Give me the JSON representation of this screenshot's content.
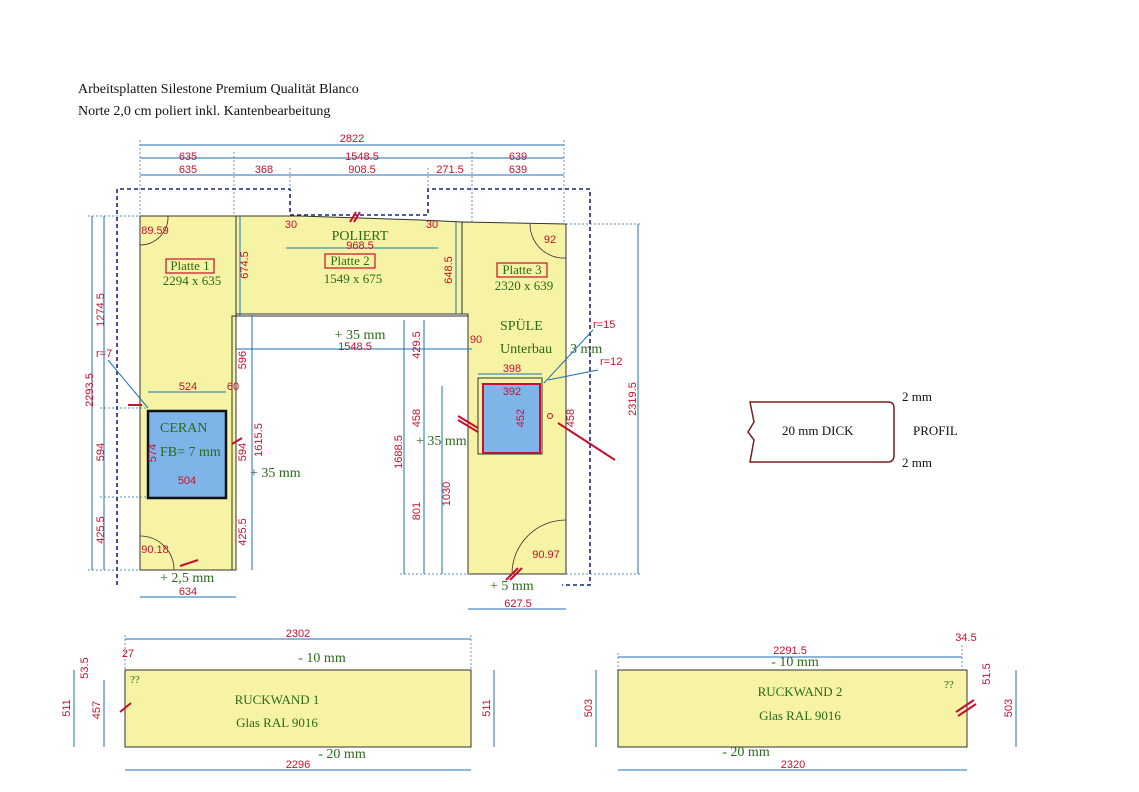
{
  "header": {
    "line1": "Arbeitsplatten Silestone Premium Qualität Blanco",
    "line2": "Norte 2,0 cm poliert inkl. Kantenbearbeitung"
  },
  "top_dims": {
    "total": "2822",
    "row1": [
      "635",
      "1548.5",
      "639"
    ],
    "row2": [
      "635",
      "368",
      "908.5",
      "271.5",
      "639"
    ]
  },
  "slabs": [
    {
      "name": "Platte 1",
      "size": "2294 x 635"
    },
    {
      "name": "Platte 2",
      "size": "1549 x 675"
    },
    {
      "name": "Platte 3",
      "size": "2320 x 639"
    }
  ],
  "labels": {
    "poliert": "POLIERT",
    "ceran": "CERAN",
    "fb": "FB= 7 mm",
    "spuele": "SPÜLE",
    "unterbau": "Unterbau",
    "unterbau_mm": "3 mm",
    "plus35_a": "+ 35 mm",
    "plus35_b": "+ 35 mm",
    "plus35_c": "+ 35 mm",
    "plus25": "+ 2,5 mm",
    "plus5": "+ 5 mm"
  },
  "dims": {
    "d968": "968.5",
    "d30a": "30",
    "d30b": "30",
    "d1548b": "1548.5",
    "d90": "90",
    "r7": "r=7",
    "r15": "r=15",
    "r12": "r=12",
    "ang1": "89.59",
    "ang2": "92",
    "ang3": "90.18",
    "ang4": "90.97",
    "d524": "524",
    "d60": "60",
    "d504": "504",
    "d574": "574",
    "d594a": "594",
    "d594b": "594",
    "d596": "596",
    "d6745": "674.5",
    "d6485": "648.5",
    "d4295": "429.5",
    "d12745": "1274.5",
    "d22935": "2293.5",
    "d4255a": "425.5",
    "d4255b": "425.5",
    "d16155": "1615.5",
    "d16885": "1688.5",
    "d458a": "458",
    "d458b": "458",
    "d801": "801",
    "d1030": "1030",
    "d398": "398",
    "d392": "392",
    "d452": "452",
    "d23195": "2319.5",
    "d634": "634",
    "d6275": "627.5"
  },
  "profile": {
    "text": "20 mm DICK",
    "label": "PROFIL",
    "top": "2 mm",
    "bottom": "2 mm"
  },
  "backwall1": {
    "title": "RUCKWAND 1",
    "sub": "Glas   RAL 9016",
    "top": "2302",
    "minus10": "- 10 mm",
    "minus20": "- 20  mm",
    "bottom": "2296",
    "left": "511",
    "left2": "457",
    "right": "511",
    "d27": "27",
    "d535": "53.5",
    "q": "??"
  },
  "backwall2": {
    "title": "RUCKWAND 2",
    "sub": "Glas   RAL 9016",
    "top": "2291.5",
    "minus10": "- 10 mm",
    "minus20": "- 20  mm",
    "bottom": "2320",
    "left": "503",
    "right": "503",
    "d345": "34.5",
    "d515": "51.5",
    "q": "??"
  }
}
